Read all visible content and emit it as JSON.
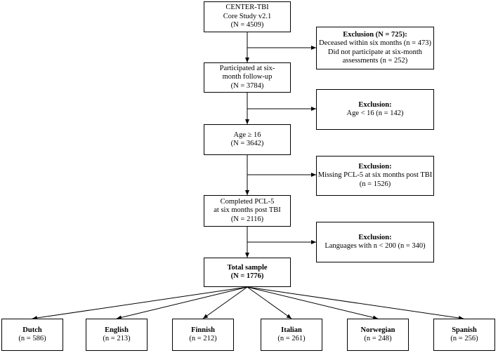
{
  "diagram": {
    "main_flow": [
      {
        "lines": [
          "CENTER-TBI",
          "Core Study v2.1",
          "(N = 4509)"
        ]
      },
      {
        "lines": [
          "Participated at six-",
          "month follow-up",
          "(N = 3784)"
        ]
      },
      {
        "lines": [
          "Age ≥ 16",
          "(N = 3642)"
        ]
      },
      {
        "lines": [
          "Completed PCL-5",
          "at six months post TBI",
          "(N = 2116)"
        ]
      },
      {
        "lines": [
          "Total sample",
          "(N = 1776)"
        ]
      }
    ],
    "exclusions": [
      {
        "title": "Exclusion (N = 725):",
        "lines": [
          "Deceased within six months (n = 473)",
          "Did not participate at six-month",
          "assessments (n = 252)"
        ]
      },
      {
        "title": "Exclusion:",
        "lines": [
          "Age < 16 (n = 142)"
        ]
      },
      {
        "title": "Exclusion:",
        "lines": [
          "Missing PCL-5 at six months post TBI",
          "(n = 1526)"
        ]
      },
      {
        "title": "Exclusion:",
        "lines": [
          "Languages with n < 200 (n = 340)"
        ]
      }
    ],
    "languages": [
      {
        "name": "Dutch",
        "count": "(n = 586)"
      },
      {
        "name": "English",
        "count": "(n = 213)"
      },
      {
        "name": "Finnish",
        "count": "(n = 212)"
      },
      {
        "name": "Italian",
        "count": "(n = 261)"
      },
      {
        "name": "Norwegian",
        "count": "(n = 248)"
      },
      {
        "name": "Spanish",
        "count": "(n = 256)"
      }
    ],
    "colors": {
      "stroke": "#000000",
      "fill": "#ffffff"
    }
  }
}
